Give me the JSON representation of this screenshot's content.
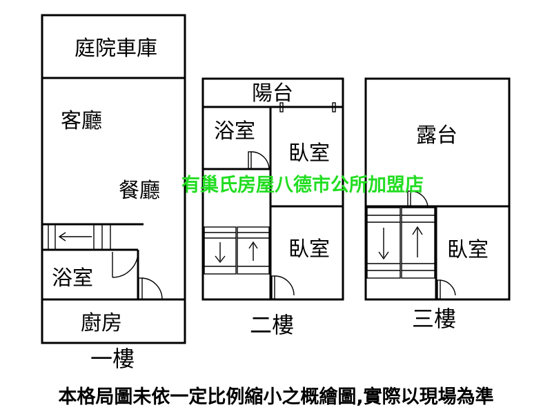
{
  "floor1": {
    "garage": "庭院車庫",
    "living": "客廳",
    "dining": "餐廳",
    "bath": "浴室",
    "kitchen": "廚房",
    "label": "一樓"
  },
  "floor2": {
    "balcony": "陽台",
    "bath": "浴室",
    "bedroom_upper": "臥室",
    "bedroom_lower": "臥室",
    "label": "二樓"
  },
  "floor3": {
    "terrace": "露台",
    "bedroom": "臥室",
    "label": "三樓"
  },
  "watermark": "有巢氏房屋八德市公所加盟店",
  "disclaimer": "本格局圖未依一定比例縮小之概繪圖,實際以現場為準",
  "colors": {
    "lines": "#000000",
    "watermark": "#22dd22"
  }
}
